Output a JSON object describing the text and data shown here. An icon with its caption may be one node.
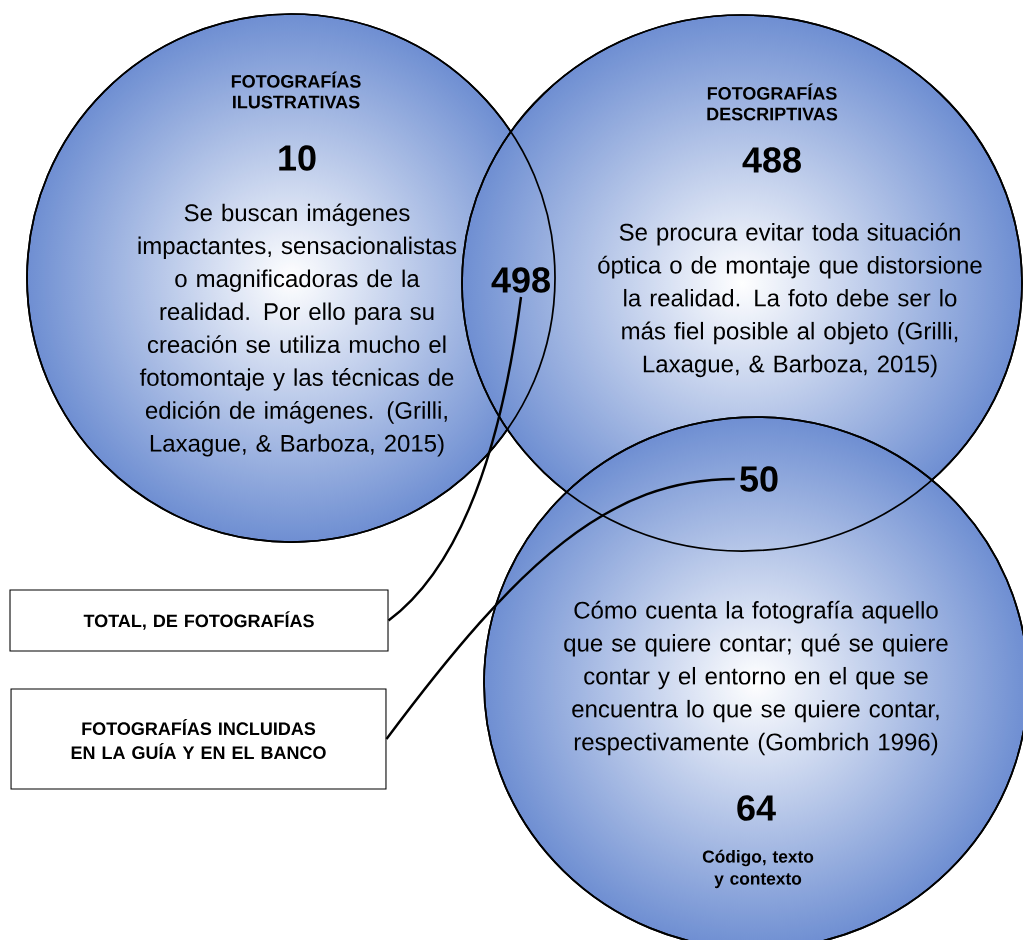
{
  "diagram": {
    "nodes": [
      {
        "text": [
          "FOTOGRAFÍAS ILUSTRATIVAS",
          "10",
          "Se buscan imágenes impactantes, sensacionalistas o magnificadoras de la realidad. Por ello para su creación se utiliza mucho el fotomontaje y las técnicas de edición de imágenes. (Grilli, Laxague, & Barboza, 2015)"
        ]
      },
      {
        "text": [
          "FOTOGRAFÍAS DESCRIPTIVAS",
          "488",
          "Se procura evitar toda situación óptica o de montaje que distorsione la realidad. La foto debe ser lo más fiel posible al objeto (Grilli, Laxague, & Barboza, 2015)"
        ]
      },
      {
        "text": [
          "Cómo cuenta la fotografía aquello que se quiere contar; qué se quiere contar y el entorno en el que se encuentra lo que se quiere contar, respectivamente (Gombrich 1996)",
          "64",
          "Código, texto y contexto"
        ]
      },
      {
        "text": [
          "498"
        ]
      },
      {
        "text": [
          "50"
        ]
      },
      {
        "text": [
          "TOTAL, DE FOTOGRAFÍAS"
        ]
      },
      {
        "text": [
          "FOTOGRAFÍAS INCLUIDAS EN LA GUÍA Y EN EL BANCO"
        ]
      }
    ],
    "edges": [
      {
        "from": 5,
        "to": 3,
        "arrow": "none"
      },
      {
        "from": 6,
        "to": 4,
        "arrow": "none"
      }
    ]
  }
}
